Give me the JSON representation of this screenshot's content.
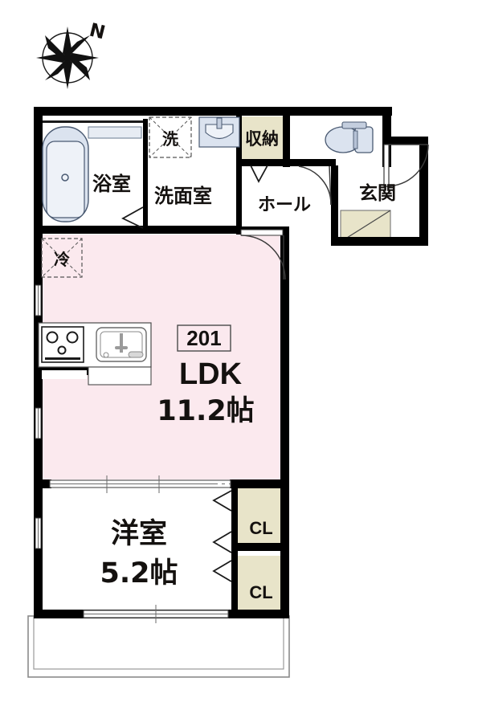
{
  "plan": {
    "unit_number": "201",
    "compass": {
      "icon": "compass-rose-icon",
      "north_label": "N"
    },
    "rooms": [
      {
        "id": "bath",
        "label": "浴室",
        "romaji": "bathroom",
        "color": "#ffffff"
      },
      {
        "id": "washroom",
        "label": "洗面室",
        "romaji": "washroom",
        "color": "#ffffff"
      },
      {
        "id": "storage",
        "label": "収納",
        "romaji": "storage",
        "color": "#e8e4c9"
      },
      {
        "id": "hall",
        "label": "ホール",
        "romaji": "hall",
        "color": "#ffffff"
      },
      {
        "id": "entrance",
        "label": "玄関",
        "romaji": "entrance",
        "color": "#ffffff"
      },
      {
        "id": "ldk",
        "label": "LDK",
        "romaji": "living-dining-kitchen",
        "color": "#fbe9ee"
      },
      {
        "id": "bedroom",
        "label": "洋室",
        "romaji": "western-room",
        "color": "#ffffff"
      },
      {
        "id": "closet-upper",
        "label": "CL",
        "romaji": "closet",
        "color": "#e8e4c9"
      },
      {
        "id": "closet-lower",
        "label": "CL",
        "romaji": "closet",
        "color": "#e8e4c9"
      },
      {
        "id": "balcony",
        "label": "",
        "romaji": "balcony",
        "color": "#ffffff"
      }
    ],
    "areas": {
      "ldk_size": "11.2帖",
      "bedroom_size": "5.2帖"
    },
    "fixtures": [
      {
        "id": "washer",
        "label": "洗",
        "romaji": "washing-machine"
      },
      {
        "id": "fridge",
        "label": "冷",
        "romaji": "refrigerator"
      },
      {
        "id": "bathtub",
        "label": "",
        "romaji": "bathtub"
      },
      {
        "id": "vanity",
        "label": "",
        "romaji": "vanity-sink"
      },
      {
        "id": "toilet",
        "label": "",
        "romaji": "toilet"
      },
      {
        "id": "stove",
        "label": "",
        "romaji": "gas-stove"
      },
      {
        "id": "sink",
        "label": "",
        "romaji": "kitchen-sink"
      }
    ],
    "colors": {
      "wall": "#000000",
      "ldk_fill": "#fbe9ee",
      "storage_fill": "#e8e4c9",
      "fixture_fill": "#dbe3ef",
      "balcony_line": "#8a8a8a",
      "thin_line": "#5a5a5a",
      "text": "#14110f"
    }
  }
}
